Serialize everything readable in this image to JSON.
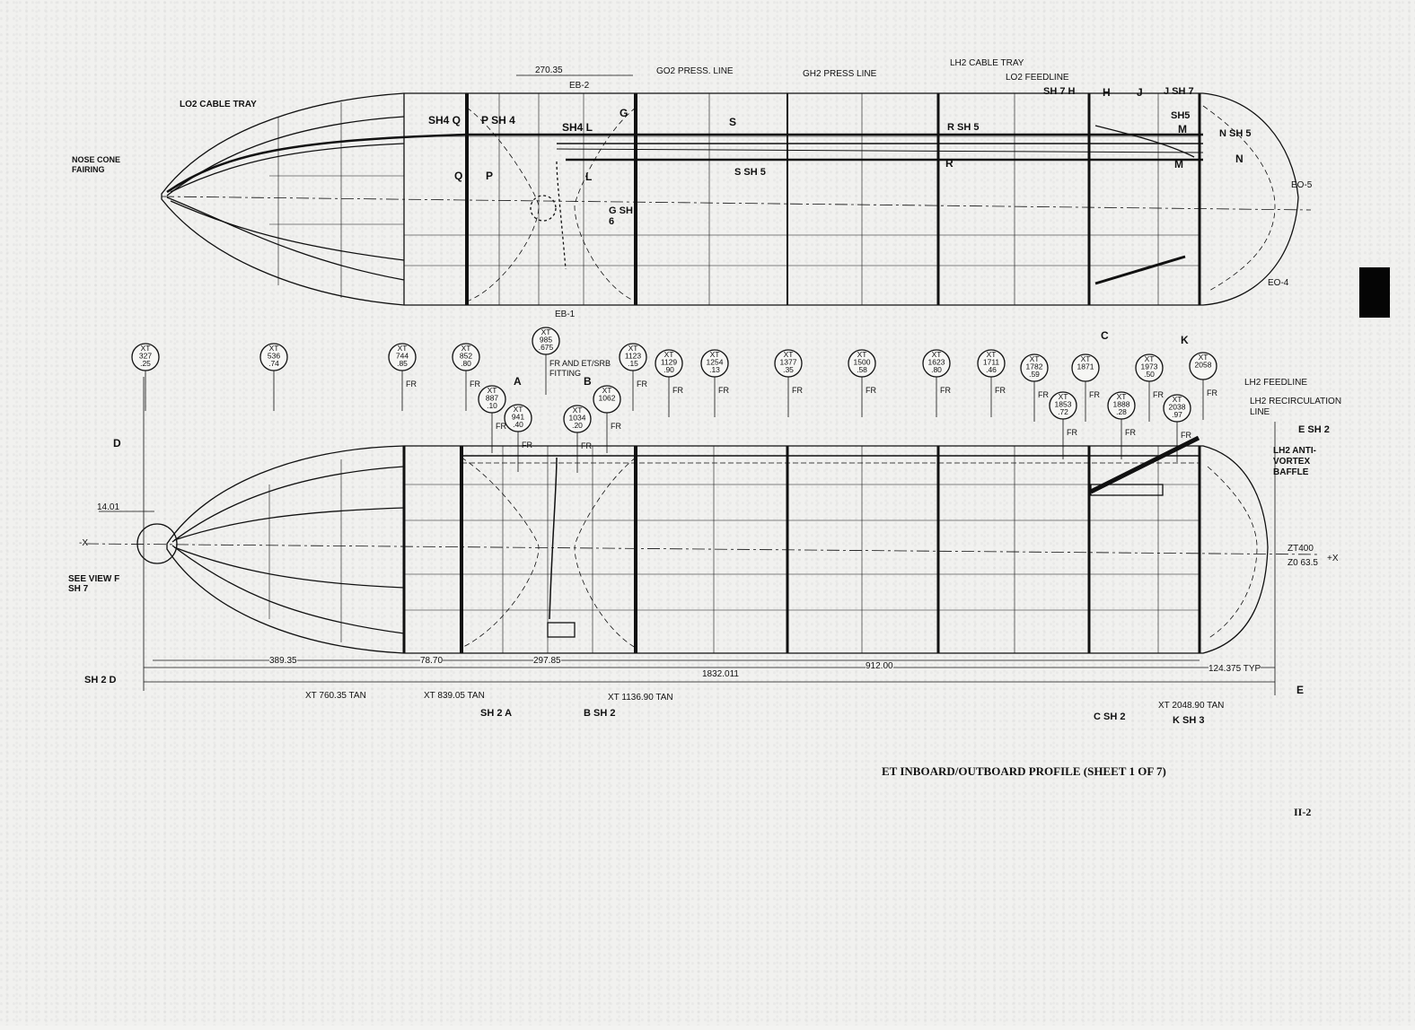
{
  "caption": "ET INBOARD/OUTBOARD PROFILE (SHEET 1 OF 7)",
  "page_number": "II-2",
  "top_view": {
    "callouts": [
      "LO2 CABLE TRAY",
      "NOSE CONE FAIRING",
      "270.35",
      "EB-2",
      "GO2 PRESS. LINE",
      "GH2 PRESS LINE",
      "LH2 CABLE TRAY",
      "LO2 FEEDLINE",
      "EO-5",
      "EO-4",
      "EB-1"
    ],
    "section_marks": [
      "SH4 Q",
      "P SH 4",
      "Q",
      "P",
      "SH4 L",
      "L",
      "G",
      "G SH 6",
      "S",
      "S SH 5",
      "R SH 5",
      "R",
      "SH 7 H",
      "H",
      "J",
      "J SH 7",
      "SH5",
      "M",
      "N SH 5",
      "M",
      "N"
    ]
  },
  "stations": [
    {
      "num": "327",
      "frac": ".25",
      "fr": ""
    },
    {
      "num": "536",
      "frac": ".74",
      "fr": ""
    },
    {
      "num": "744",
      "frac": ".85",
      "fr": "FR"
    },
    {
      "num": "852",
      "frac": ".80",
      "fr": "FR"
    },
    {
      "num": "887",
      "frac": ".10",
      "fr": "FR"
    },
    {
      "num": "941",
      "frac": ".40",
      "fr": "FR"
    },
    {
      "num": "985",
      "frac": ".675",
      "fr": ""
    },
    {
      "num": "1034",
      "frac": ".20",
      "fr": "FR"
    },
    {
      "num": "1062",
      "frac": "",
      "fr": "FR"
    },
    {
      "num": "1123",
      "frac": ".15",
      "fr": "FR"
    },
    {
      "num": "1129",
      "frac": ".90",
      "fr": "FR"
    },
    {
      "num": "1254",
      "frac": ".13",
      "fr": "FR"
    },
    {
      "num": "1377",
      "frac": ".35",
      "fr": "FR"
    },
    {
      "num": "1500",
      "frac": ".58",
      "fr": "FR"
    },
    {
      "num": "1623",
      "frac": ".80",
      "fr": "FR"
    },
    {
      "num": "1711",
      "frac": ".46",
      "fr": "FR"
    },
    {
      "num": "1782",
      "frac": ".59",
      "fr": "FR"
    },
    {
      "num": "1853",
      "frac": ".72",
      "fr": "FR"
    },
    {
      "num": "1871",
      "frac": "",
      "fr": "FR"
    },
    {
      "num": "1888",
      "frac": ".28",
      "fr": "FR"
    },
    {
      "num": "1973",
      "frac": ".50",
      "fr": "FR"
    },
    {
      "num": "2038",
      "frac": ".97",
      "fr": "FR"
    },
    {
      "num": "2058",
      "frac": "",
      "fr": "FR"
    }
  ],
  "station_prefix": "XT",
  "bottom_view": {
    "fr_fitting": "FR AND ET/SRB FITTING",
    "callouts": [
      "LH2 FEEDLINE",
      "LH2 RECIRCULATION LINE",
      "LH2 ANTI-VORTEX BAFFLE",
      "SEE VIEW F SH 7",
      "14.01",
      "-X",
      "+X",
      "ZT400",
      "Z0 63.5"
    ],
    "section_marks": [
      "D",
      "A",
      "B",
      "C",
      "K",
      "E SH 2",
      "SH 2 D",
      "SH 2 A",
      "B SH 2",
      "C SH 2",
      "K SH 3",
      "E"
    ],
    "dimensions": [
      "389.35",
      "78.70",
      "297.85",
      "912.00",
      "124.375 TYP",
      "1832.011"
    ],
    "tangents": [
      "XT 760.35 TAN",
      "XT 839.05 TAN",
      "XT 1136.90 TAN",
      "XT 2048.90 TAN"
    ]
  }
}
